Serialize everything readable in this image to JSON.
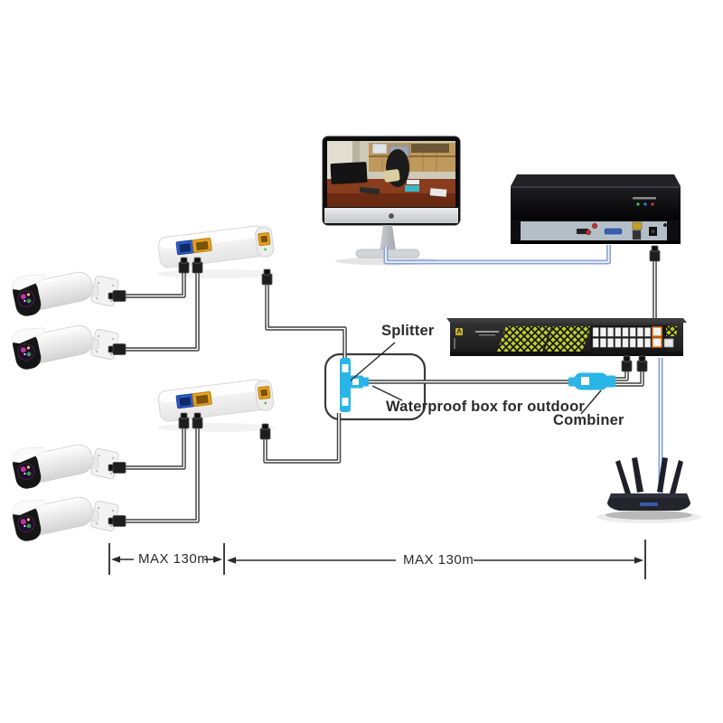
{
  "page": {
    "background": "#ffffff",
    "type": "poe-cctv-connection-diagram"
  },
  "annotations": {
    "splitter": "Splitter",
    "waterproof_box": "Waterproof box for outdoor",
    "combiner": "Combiner"
  },
  "measurements": {
    "camera_side": "MAX 130m",
    "switch_side": "MAX 130m"
  },
  "components": {
    "monitor": "desktop-monitor-with-cctv-view",
    "nvr": "network-video-recorder",
    "switch": "16-port-poe-switch",
    "router": "wifi-router-4-antenna",
    "extenders": [
      "poe-extender-box-top",
      "poe-extender-box-bottom"
    ],
    "cameras": [
      "bullet-camera-1",
      "bullet-camera-2",
      "bullet-camera-3",
      "bullet-camera-4"
    ],
    "splitter_connector": "t-splitter-connector",
    "combiner_connector": "inline-combiner-connector",
    "waterproof_enclosure": "waterproof-box-outline"
  },
  "colors": {
    "accent_cyan": "#29b6e6",
    "cable_blue": "#8ba3d6",
    "cable_dark": "#3f3f3f",
    "switch_panel_yellow": "#bccc2c",
    "port_blue": "#2e5cc5",
    "port_yellow": "#e8a21e",
    "label_text": "#2b2b2b"
  }
}
